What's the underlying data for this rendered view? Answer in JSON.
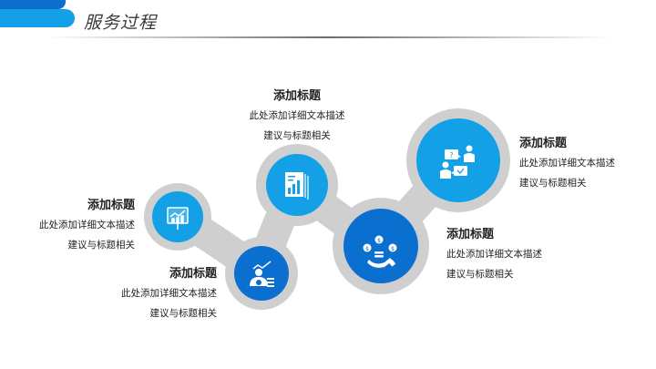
{
  "header": {
    "title": "服务过程"
  },
  "colors": {
    "light_blue": "#13a0e6",
    "dark_blue": "#0b6fcf",
    "gray": "#cfcfcf",
    "text": "#222222"
  },
  "steps": [
    {
      "icon": "presentation-chart-icon",
      "title": "添加标题",
      "line1": "此处添加详细文本描述",
      "line2": "建议与标题相关"
    },
    {
      "icon": "investor-growth-icon",
      "title": "添加标题",
      "line1": "此处添加详细文本描述",
      "line2": "建议与标题相关"
    },
    {
      "icon": "report-document-icon",
      "title": "添加标题",
      "line1": "此处添加详细文本描述",
      "line2": "建议与标题相关"
    },
    {
      "icon": "money-hand-icon",
      "title": "添加标题",
      "line1": "此处添加详细文本描述",
      "line2": "建议与标题相关"
    },
    {
      "icon": "consultation-icon",
      "title": "添加标题",
      "line1": "此处添加详细文本描述",
      "line2": "建议与标题相关"
    }
  ]
}
